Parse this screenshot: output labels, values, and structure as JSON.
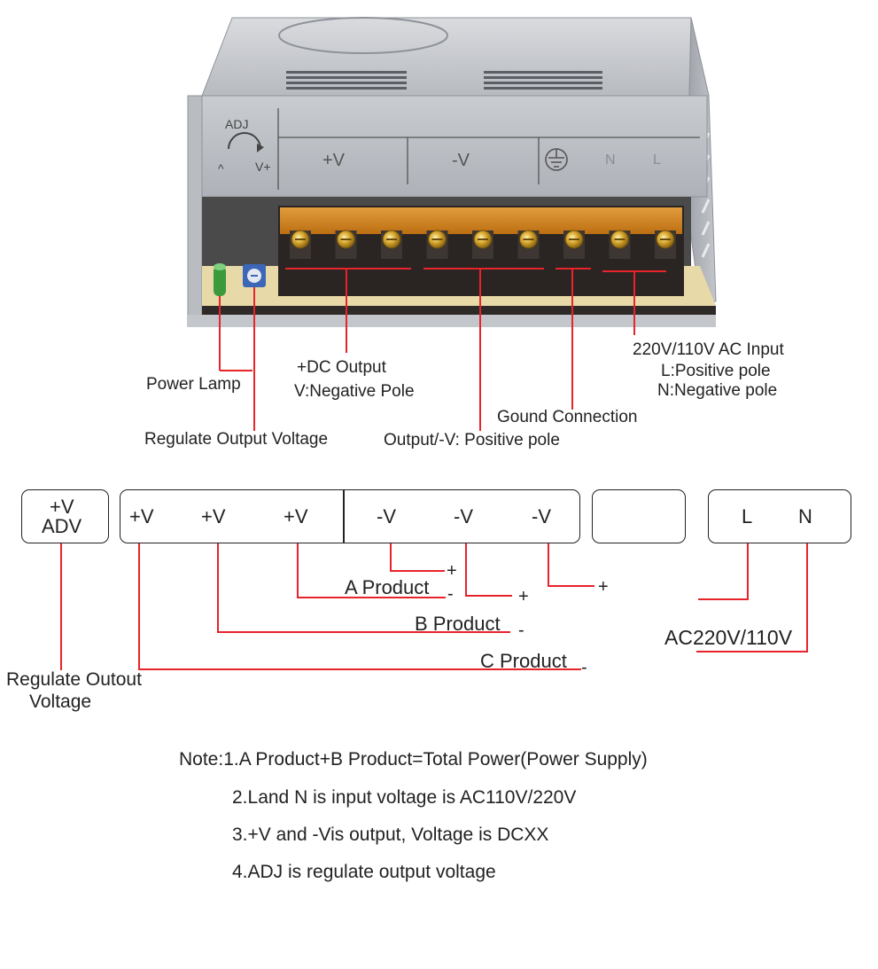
{
  "device": {
    "adj_label": "ADJ",
    "adj_minus": "^",
    "adj_plus": "V+",
    "plate_plus_v": "+V",
    "plate_minus_v": "-V",
    "plate_n": "N",
    "plate_l": "L"
  },
  "callouts": {
    "power_lamp": "Power Lamp",
    "regulate_output_voltage": "Regulate Output Voltage",
    "dc_output_1": "+DC Output",
    "dc_output_2": "V:Negative Pole",
    "output_minus_v": "Output/-V: Positive pole",
    "ground": "Gound Connection",
    "ac_input_1": "220V/110V AC Input",
    "ac_input_2": "L:Positive pole",
    "ac_input_3": "N:Negative pole"
  },
  "wiring": {
    "adv_box_1": "+V",
    "adv_box_2": "ADV",
    "plus_v": [
      "+V",
      "+V",
      "+V"
    ],
    "minus_v": [
      "-V",
      "-V",
      "-V"
    ],
    "ac_l": "L",
    "ac_n": "N",
    "product_a": "A Product",
    "product_b": "B Product",
    "product_c": "C Product",
    "plus_sign": "+",
    "minus_sign": "-",
    "ac_voltage": "AC220V/110V",
    "regulate_1": "Regulate Outout",
    "regulate_2": "Voltage"
  },
  "notes": [
    "Note:1.A Product+B Product=Total Power(Power Supply)",
    "2.Land N is input voltage is AC110V/220V",
    "3.+V and -Vis output, Voltage is DCXX",
    "4.ADJ is regulate output voltage"
  ],
  "colors": {
    "wire": "#e8232a",
    "casing": "#a9adb3",
    "terminal_cover": "#d98a1a",
    "terminal_block": "#2a2522",
    "pcb": "#e8d9a8",
    "text": "#222222"
  }
}
